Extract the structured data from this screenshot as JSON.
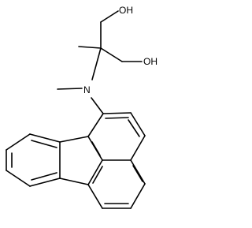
{
  "molecule": {
    "atoms": {
      "oh_top": "OH",
      "oh_right": "OH",
      "n": "N"
    },
    "colors": {
      "bond": "#000000",
      "label": "#000000",
      "background": "#ffffff"
    }
  }
}
